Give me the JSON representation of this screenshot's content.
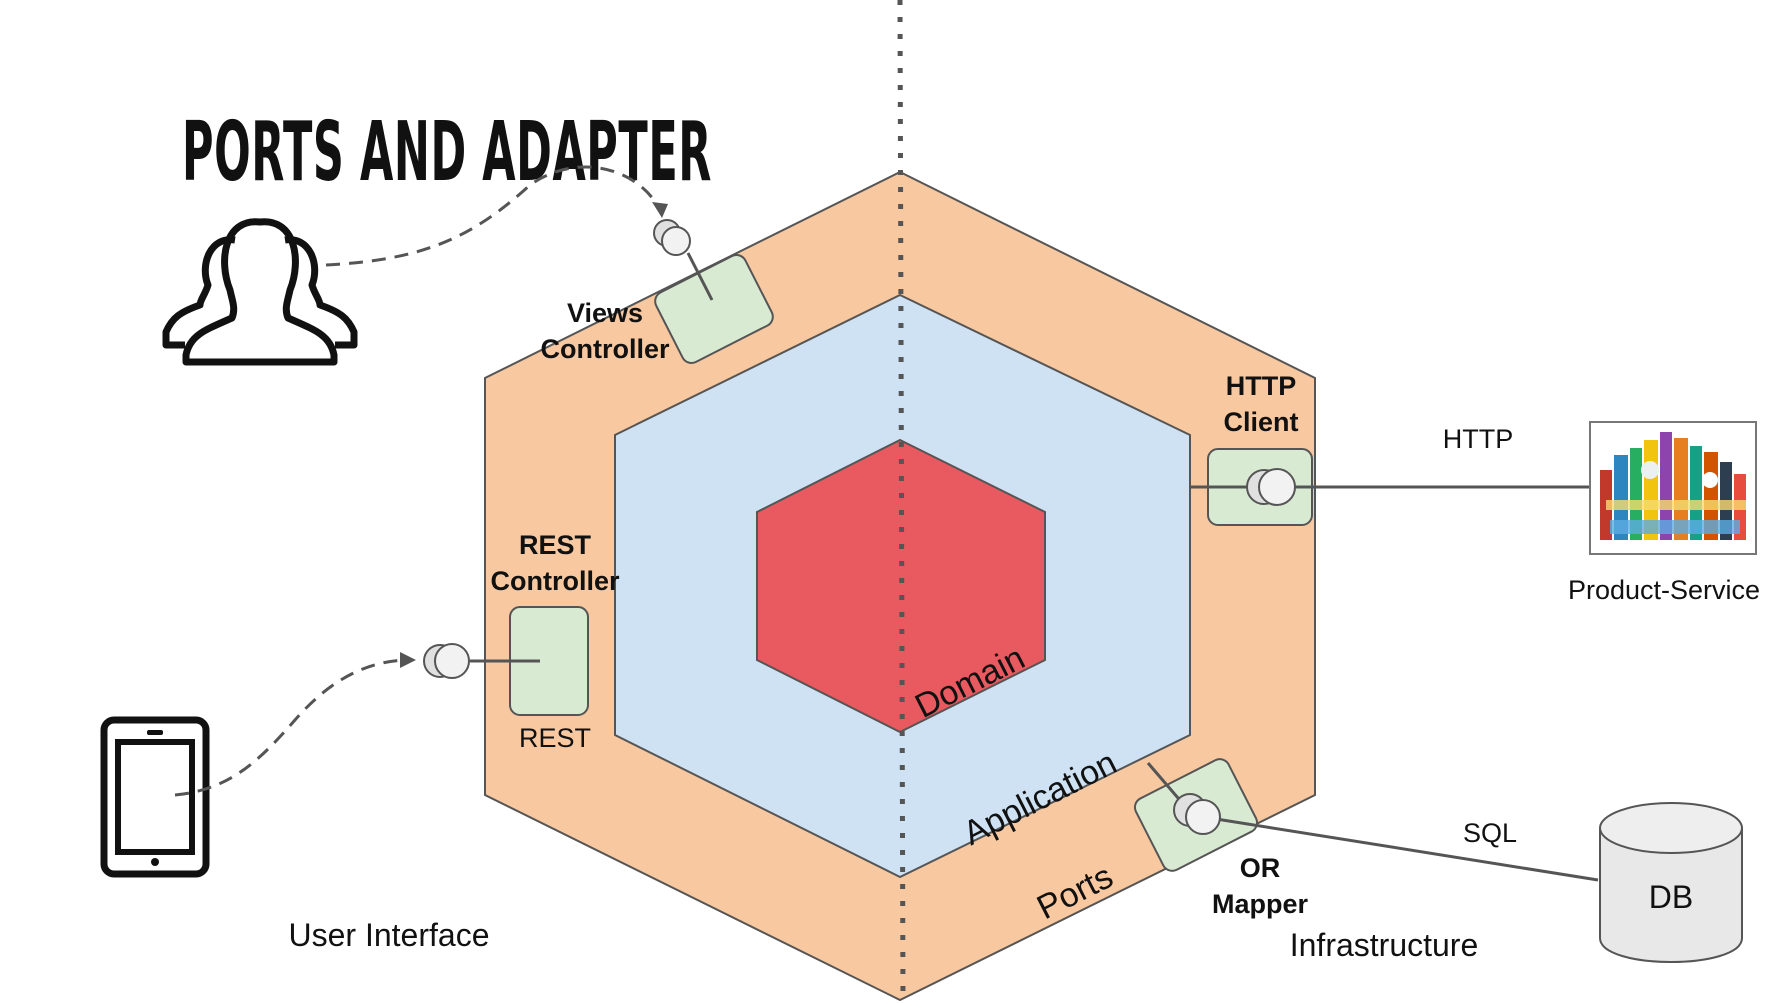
{
  "title": "PORTS AND ADAPTER",
  "layers": {
    "domain": "Domain",
    "application": "Application",
    "ports": "Ports"
  },
  "adapters": {
    "views_controller": [
      "Views",
      "Controller"
    ],
    "rest_controller": [
      "REST",
      "Controller"
    ],
    "rest_label": "REST",
    "http_client": [
      "HTTP",
      "Client"
    ],
    "or_mapper": [
      "OR",
      "Mapper"
    ]
  },
  "connections": {
    "http": "HTTP",
    "sql": "SQL"
  },
  "external": {
    "product_service": "Product-Service",
    "db": "DB"
  },
  "zones": {
    "user_interface": "User Interface",
    "infrastructure": "Infrastructure"
  },
  "icons": [
    "users-icon",
    "tablet-icon",
    "database-icon",
    "product-image",
    "socket-icon"
  ],
  "colors": {
    "ports_fill": "#f8c9a0",
    "application_fill": "#cfe2f3",
    "domain_fill": "#e95a60",
    "adapter_fill": "#d9ead3",
    "stroke": "#555555"
  }
}
